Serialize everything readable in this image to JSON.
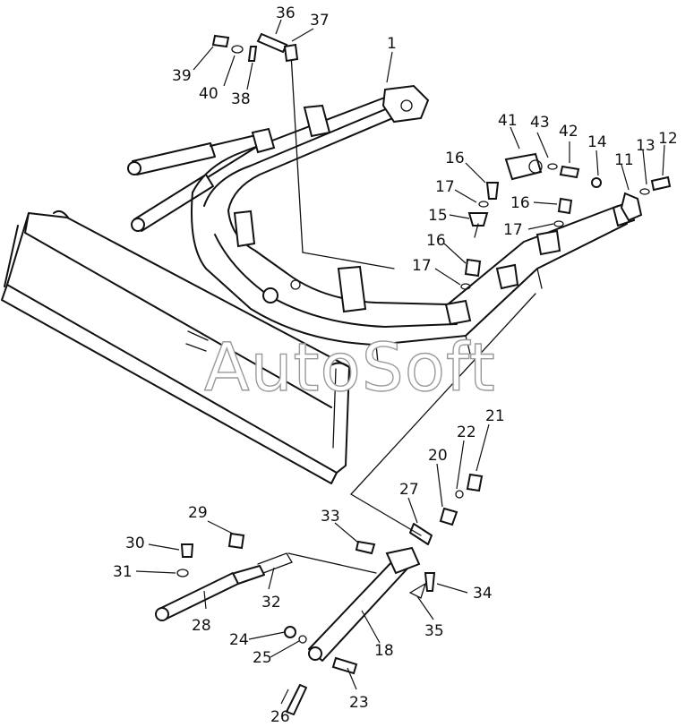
{
  "watermark": "AutoSoft",
  "callouts": [
    "1",
    "11",
    "12",
    "13",
    "14",
    "15",
    "16",
    "16",
    "16",
    "17",
    "17",
    "17",
    "18",
    "20",
    "21",
    "22",
    "23",
    "24",
    "25",
    "26",
    "27",
    "28",
    "29",
    "30",
    "31",
    "32",
    "33",
    "34",
    "35",
    "36",
    "37",
    "38",
    "39",
    "40",
    "41",
    "42",
    "43"
  ]
}
